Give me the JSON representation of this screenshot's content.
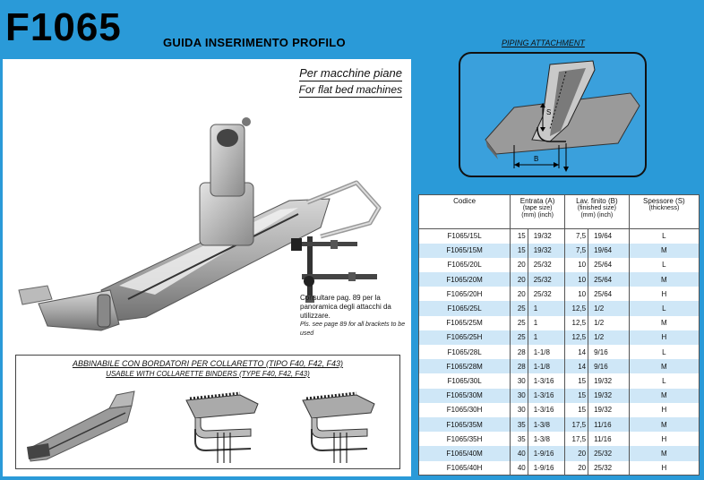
{
  "header": {
    "code": "F1065",
    "subtitle": "GUIDA INSERIMENTO PROFILO"
  },
  "left": {
    "machine_it": "Per macchine piane",
    "machine_en": "For flat bed machines",
    "note_it": "Consultare pag. 89 per la panoramica degli attacchi da utilizzare.",
    "note_en": "Pls. see page 89 for all brackets to be used",
    "box_it": "ABBINABILE CON BORDATORI PER COLLARETTO (TIPO F40, F42, F43)",
    "box_en": "USABLE WITH COLLARETTE BINDERS (TYPE F40, F42, F43)"
  },
  "right": {
    "piping_title": "PIPING ATTACHMENT",
    "label_s": "S",
    "label_b": "B"
  },
  "table": {
    "headers": {
      "codice": "Codice",
      "entrata": "Entrata (A)",
      "entrata_en": "(tape size)",
      "lav": "Lav. finito (B)",
      "lav_en": "(finished size)",
      "spessore": "Spessore (S)",
      "spessore_en": "(thickness)",
      "mm": "(mm)",
      "inch": "(inch)"
    },
    "rows": [
      {
        "code": "F1065/15L",
        "a_mm": "15",
        "a_in": "19/32",
        "b_mm": "7,5",
        "b_in": "19/64",
        "s": "L"
      },
      {
        "code": "F1065/15M",
        "a_mm": "15",
        "a_in": "19/32",
        "b_mm": "7,5",
        "b_in": "19/64",
        "s": "M"
      },
      {
        "code": "F1065/20L",
        "a_mm": "20",
        "a_in": "25/32",
        "b_mm": "10",
        "b_in": "25/64",
        "s": "L"
      },
      {
        "code": "F1065/20M",
        "a_mm": "20",
        "a_in": "25/32",
        "b_mm": "10",
        "b_in": "25/64",
        "s": "M"
      },
      {
        "code": "F1065/20H",
        "a_mm": "20",
        "a_in": "25/32",
        "b_mm": "10",
        "b_in": "25/64",
        "s": "H"
      },
      {
        "code": "F1065/25L",
        "a_mm": "25",
        "a_in": "1",
        "b_mm": "12,5",
        "b_in": "1/2",
        "s": "L"
      },
      {
        "code": "F1065/25M",
        "a_mm": "25",
        "a_in": "1",
        "b_mm": "12,5",
        "b_in": "1/2",
        "s": "M"
      },
      {
        "code": "F1065/25H",
        "a_mm": "25",
        "a_in": "1",
        "b_mm": "12,5",
        "b_in": "1/2",
        "s": "H"
      },
      {
        "code": "F1065/28L",
        "a_mm": "28",
        "a_in": "1-1/8",
        "b_mm": "14",
        "b_in": "9/16",
        "s": "L"
      },
      {
        "code": "F1065/28M",
        "a_mm": "28",
        "a_in": "1-1/8",
        "b_mm": "14",
        "b_in": "9/16",
        "s": "M"
      },
      {
        "code": "F1065/30L",
        "a_mm": "30",
        "a_in": "1-3/16",
        "b_mm": "15",
        "b_in": "19/32",
        "s": "L"
      },
      {
        "code": "F1065/30M",
        "a_mm": "30",
        "a_in": "1-3/16",
        "b_mm": "15",
        "b_in": "19/32",
        "s": "M"
      },
      {
        "code": "F1065/30H",
        "a_mm": "30",
        "a_in": "1-3/16",
        "b_mm": "15",
        "b_in": "19/32",
        "s": "H"
      },
      {
        "code": "F1065/35M",
        "a_mm": "35",
        "a_in": "1-3/8",
        "b_mm": "17,5",
        "b_in": "11/16",
        "s": "M"
      },
      {
        "code": "F1065/35H",
        "a_mm": "35",
        "a_in": "1-3/8",
        "b_mm": "17,5",
        "b_in": "11/16",
        "s": "H"
      },
      {
        "code": "F1065/40M",
        "a_mm": "40",
        "a_in": "1-9/16",
        "b_mm": "20",
        "b_in": "25/32",
        "s": "M"
      },
      {
        "code": "F1065/40H",
        "a_mm": "40",
        "a_in": "1-9/16",
        "b_mm": "20",
        "b_in": "25/32",
        "s": "H"
      }
    ]
  }
}
